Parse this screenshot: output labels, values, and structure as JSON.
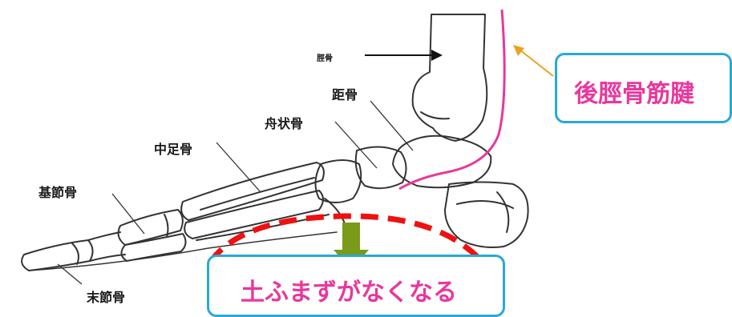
{
  "labels": {
    "tibia": "脛骨",
    "talus": "距骨",
    "navicular": "舟状骨",
    "metatarsal": "中足骨",
    "proximal_phalanx": "基節骨",
    "distal_phalanx": "末節骨"
  },
  "callouts": {
    "tendon": "後脛骨筋腱",
    "arch": "土ふまずがなくなる"
  },
  "colors": {
    "callout_border": "#29a8d8",
    "callout_text": "#e8389c",
    "tendon_line": "#e8389c",
    "pointer_arrow": "#f0a020",
    "arch_dash": "#ee1111",
    "down_arrow": "#7a9a1a"
  }
}
